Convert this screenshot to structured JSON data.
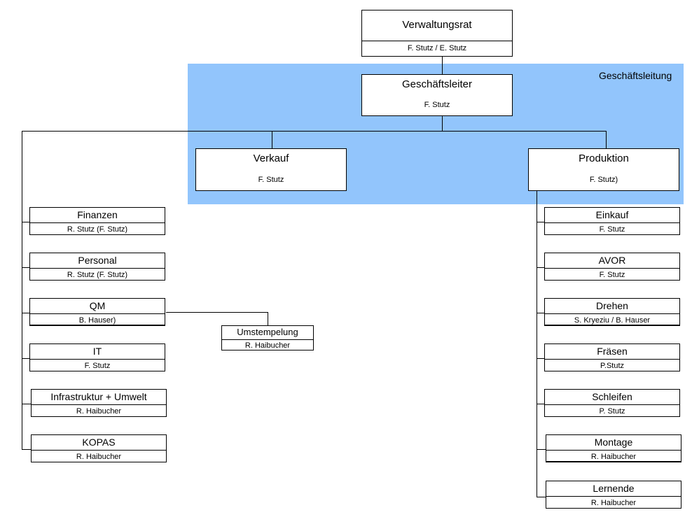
{
  "band": {
    "label": "Geschäftsleitung",
    "color": "#92c5fc"
  },
  "boxes": {
    "verwaltungsrat": {
      "title": "Verwaltungsrat",
      "person": "F. Stutz / E. Stutz"
    },
    "geschaeftsleiter": {
      "title": "Geschäftsleiter",
      "person": "F. Stutz"
    },
    "verkauf": {
      "title": "Verkauf",
      "person": "F. Stutz"
    },
    "produktion": {
      "title": "Produktion",
      "person": "F. Stutz)"
    },
    "umstempelung": {
      "title": "Umstempelung",
      "person": "R. Haibucher"
    }
  },
  "left_column": [
    {
      "title": "Finanzen",
      "person": "R. Stutz (F. Stutz)"
    },
    {
      "title": "Personal",
      "person": "R. Stutz (F. Stutz)"
    },
    {
      "title": "QM",
      "person": "B. Hauser)"
    },
    {
      "title": "IT",
      "person": "F. Stutz"
    },
    {
      "title": "Infrastruktur + Umwelt",
      "person": "R. Haibucher"
    },
    {
      "title": "KOPAS",
      "person": "R. Haibucher"
    }
  ],
  "right_column": [
    {
      "title": "Einkauf",
      "person": "F. Stutz"
    },
    {
      "title": "AVOR",
      "person": "F. Stutz"
    },
    {
      "title": "Drehen",
      "person": "S. Kryeziu / B. Hauser"
    },
    {
      "title": "Fräsen",
      "person": "P.Stutz"
    },
    {
      "title": "Schleifen",
      "person": "P. Stutz"
    },
    {
      "title": "Montage",
      "person": "R. Haibucher"
    },
    {
      "title": "Lernende",
      "person": "R. Haibucher"
    }
  ]
}
